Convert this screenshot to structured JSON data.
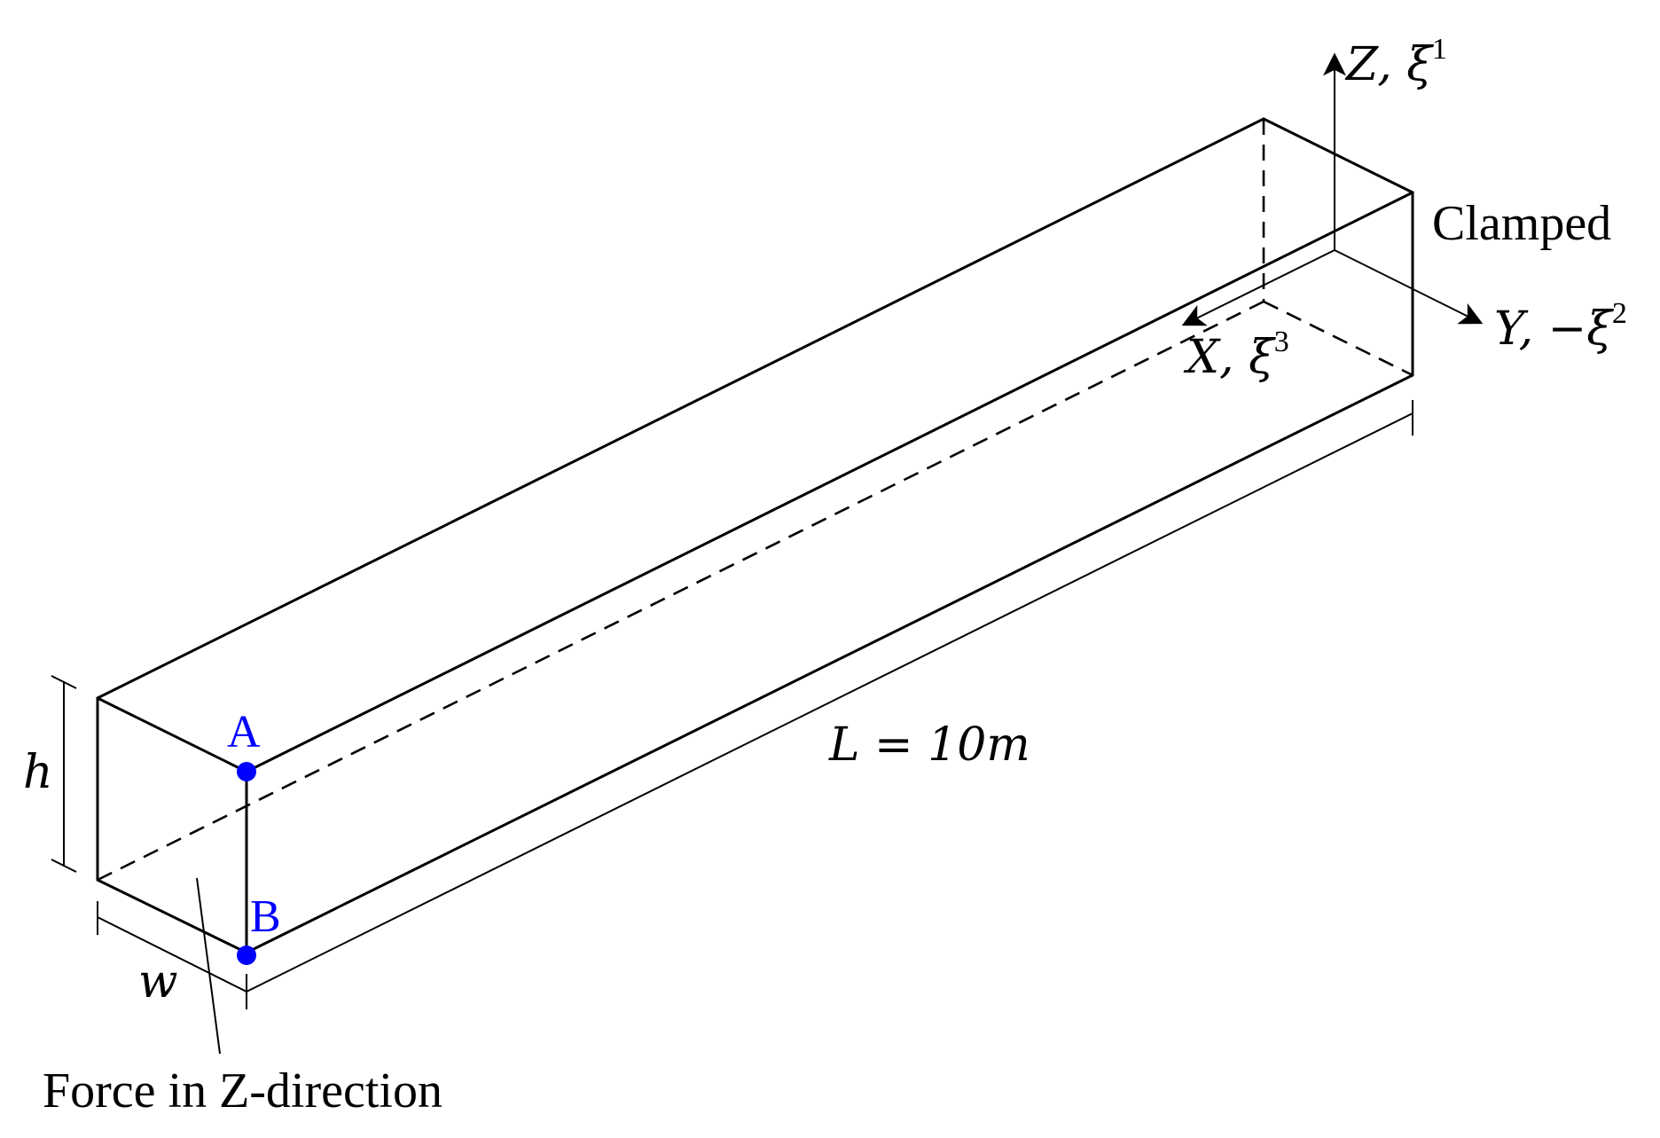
{
  "beam": {
    "length_label": "L = 10m",
    "height_label": "h",
    "width_label": "w",
    "boundary_label": "Clamped",
    "load_label": "Force in Z-direction"
  },
  "axes": {
    "z": {
      "name": "Z, ξ",
      "sup": "1"
    },
    "y": {
      "name": "Y, −ξ",
      "sup": "2"
    },
    "x": {
      "name": "X, ξ",
      "sup": "3"
    }
  },
  "points": {
    "a": {
      "label": "A",
      "color": "#0000ff"
    },
    "b": {
      "label": "B",
      "color": "#0000ff"
    }
  },
  "colors": {
    "lines": "#000000",
    "points": "#0000ff"
  }
}
